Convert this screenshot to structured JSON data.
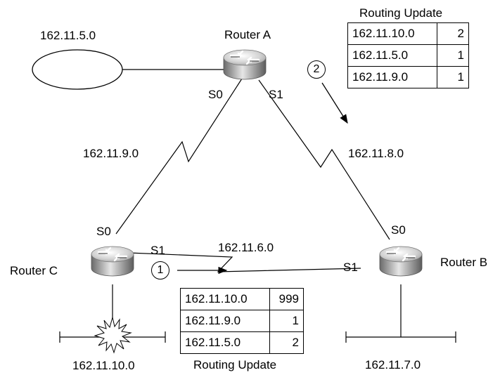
{
  "routers": {
    "a": {
      "name": "Router A",
      "port_s0": "S0",
      "port_s1": "S1"
    },
    "b": {
      "name": "Router B",
      "port_s0": "S0",
      "port_s1": "S1"
    },
    "c": {
      "name": "Router C",
      "port_s0": "S0",
      "port_s1": "S1"
    }
  },
  "networks": {
    "lan_a": "162.11.5.0",
    "link_ac": "162.11.9.0",
    "link_ab": "162.11.8.0",
    "link_cb": "162.11.6.0",
    "lan_b": "162.11.7.0",
    "lan_c": "162.11.10.0"
  },
  "step_markers": [
    "1",
    "2"
  ],
  "update_a": {
    "title": "Routing Update",
    "rows": [
      {
        "network": "162.11.10.0",
        "hops": "2"
      },
      {
        "network": "162.11.5.0",
        "hops": "1"
      },
      {
        "network": "162.11.9.0",
        "hops": "1"
      }
    ]
  },
  "update_c": {
    "title": "Routing Update",
    "rows": [
      {
        "network": "162.11.10.0",
        "hops": "999"
      },
      {
        "network": "162.11.9.0",
        "hops": "1"
      },
      {
        "network": "162.11.5.0",
        "hops": "2"
      }
    ]
  }
}
